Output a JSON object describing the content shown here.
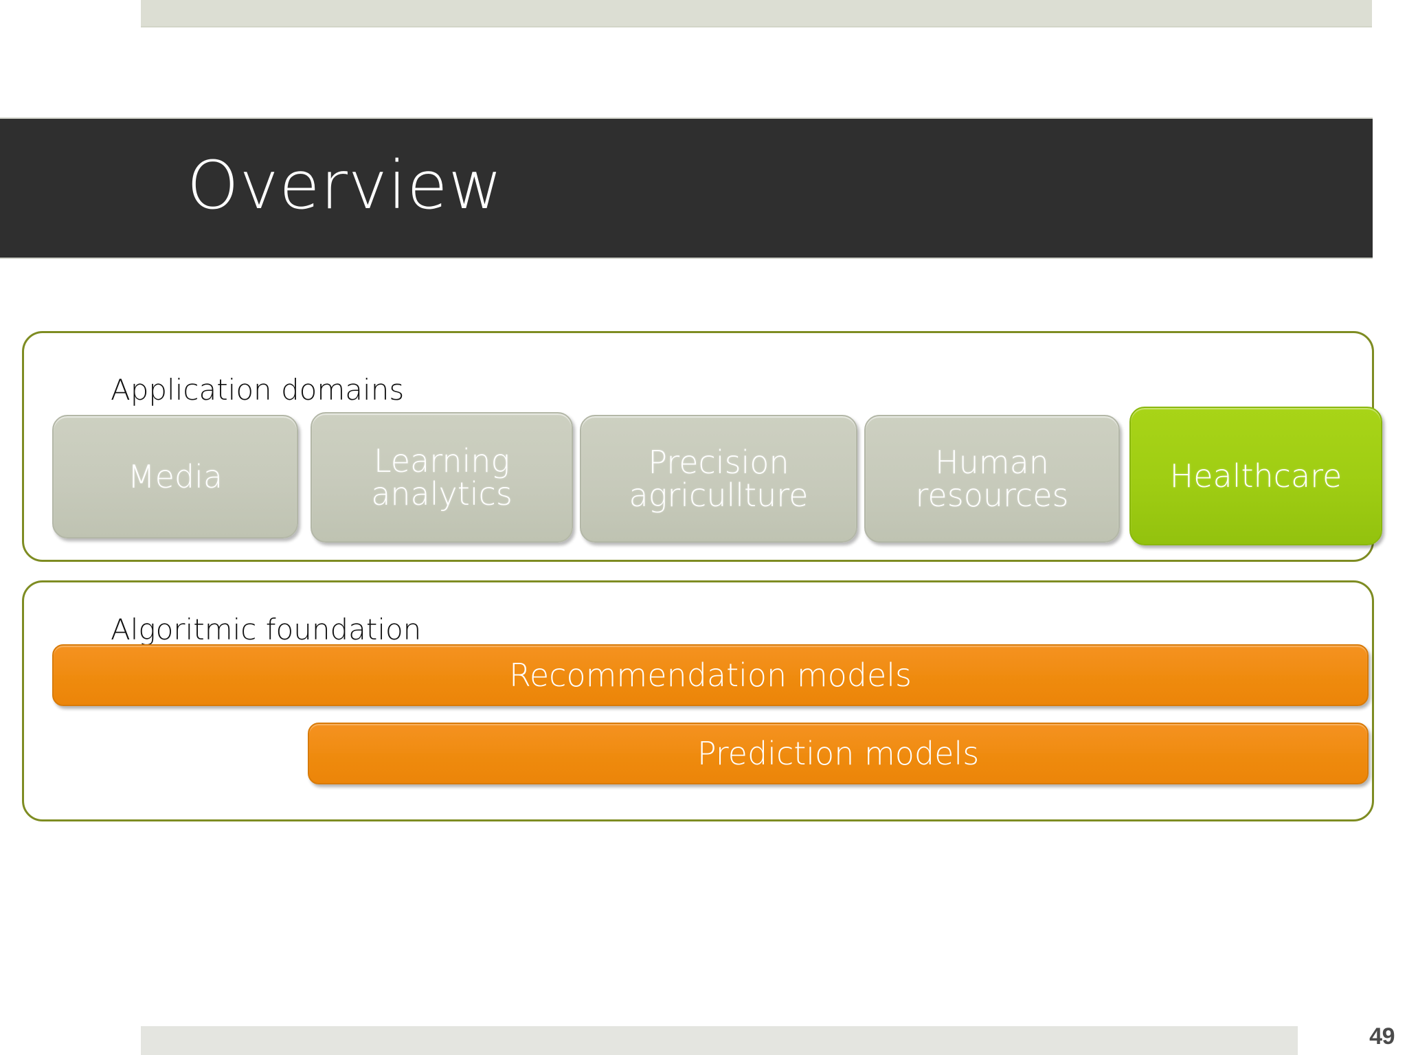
{
  "slide": {
    "title": "Overview",
    "page_number": "49",
    "accent_border_color": "#7e8c22",
    "title_band_color": "#2f2f2f",
    "band_color": "#dcded3",
    "highlight_color": "#9fcd13",
    "bar_color": "#f08c12",
    "chip_color": "#c7cabb"
  },
  "panels": [
    {
      "label": "Application domains",
      "chips": [
        {
          "text": "Media",
          "highlighted": false
        },
        {
          "text": "Learning\nanalytics",
          "highlighted": false
        },
        {
          "text": "Precision\nagricullture",
          "highlighted": false
        },
        {
          "text": "Human\nresources",
          "highlighted": false
        },
        {
          "text": "Healthcare",
          "highlighted": true
        }
      ]
    },
    {
      "label": "Algoritmic foundation",
      "bars": [
        {
          "text": "Recommendation models"
        },
        {
          "text": "Prediction models"
        }
      ]
    }
  ]
}
